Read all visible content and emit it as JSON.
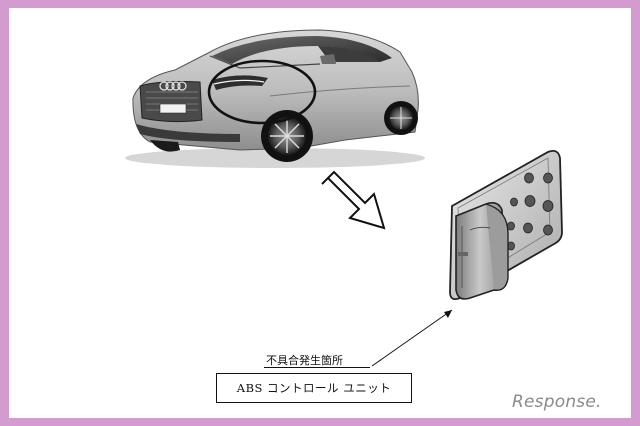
{
  "document": {
    "location_caption": "不具合発生箇所",
    "part_label": "ABS コントロール ユニット"
  },
  "watermark": {
    "brand": "Response."
  },
  "colors": {
    "border": "#d49bd0",
    "background": "#ffffff",
    "ink": "#111111",
    "watermark": "#8a8a8a"
  },
  "icons": {
    "vehicle": "car-illustration",
    "highlight": "headlight-ellipse",
    "pointer": "down-right-outline-arrow",
    "part": "abs-control-unit-illustration"
  }
}
